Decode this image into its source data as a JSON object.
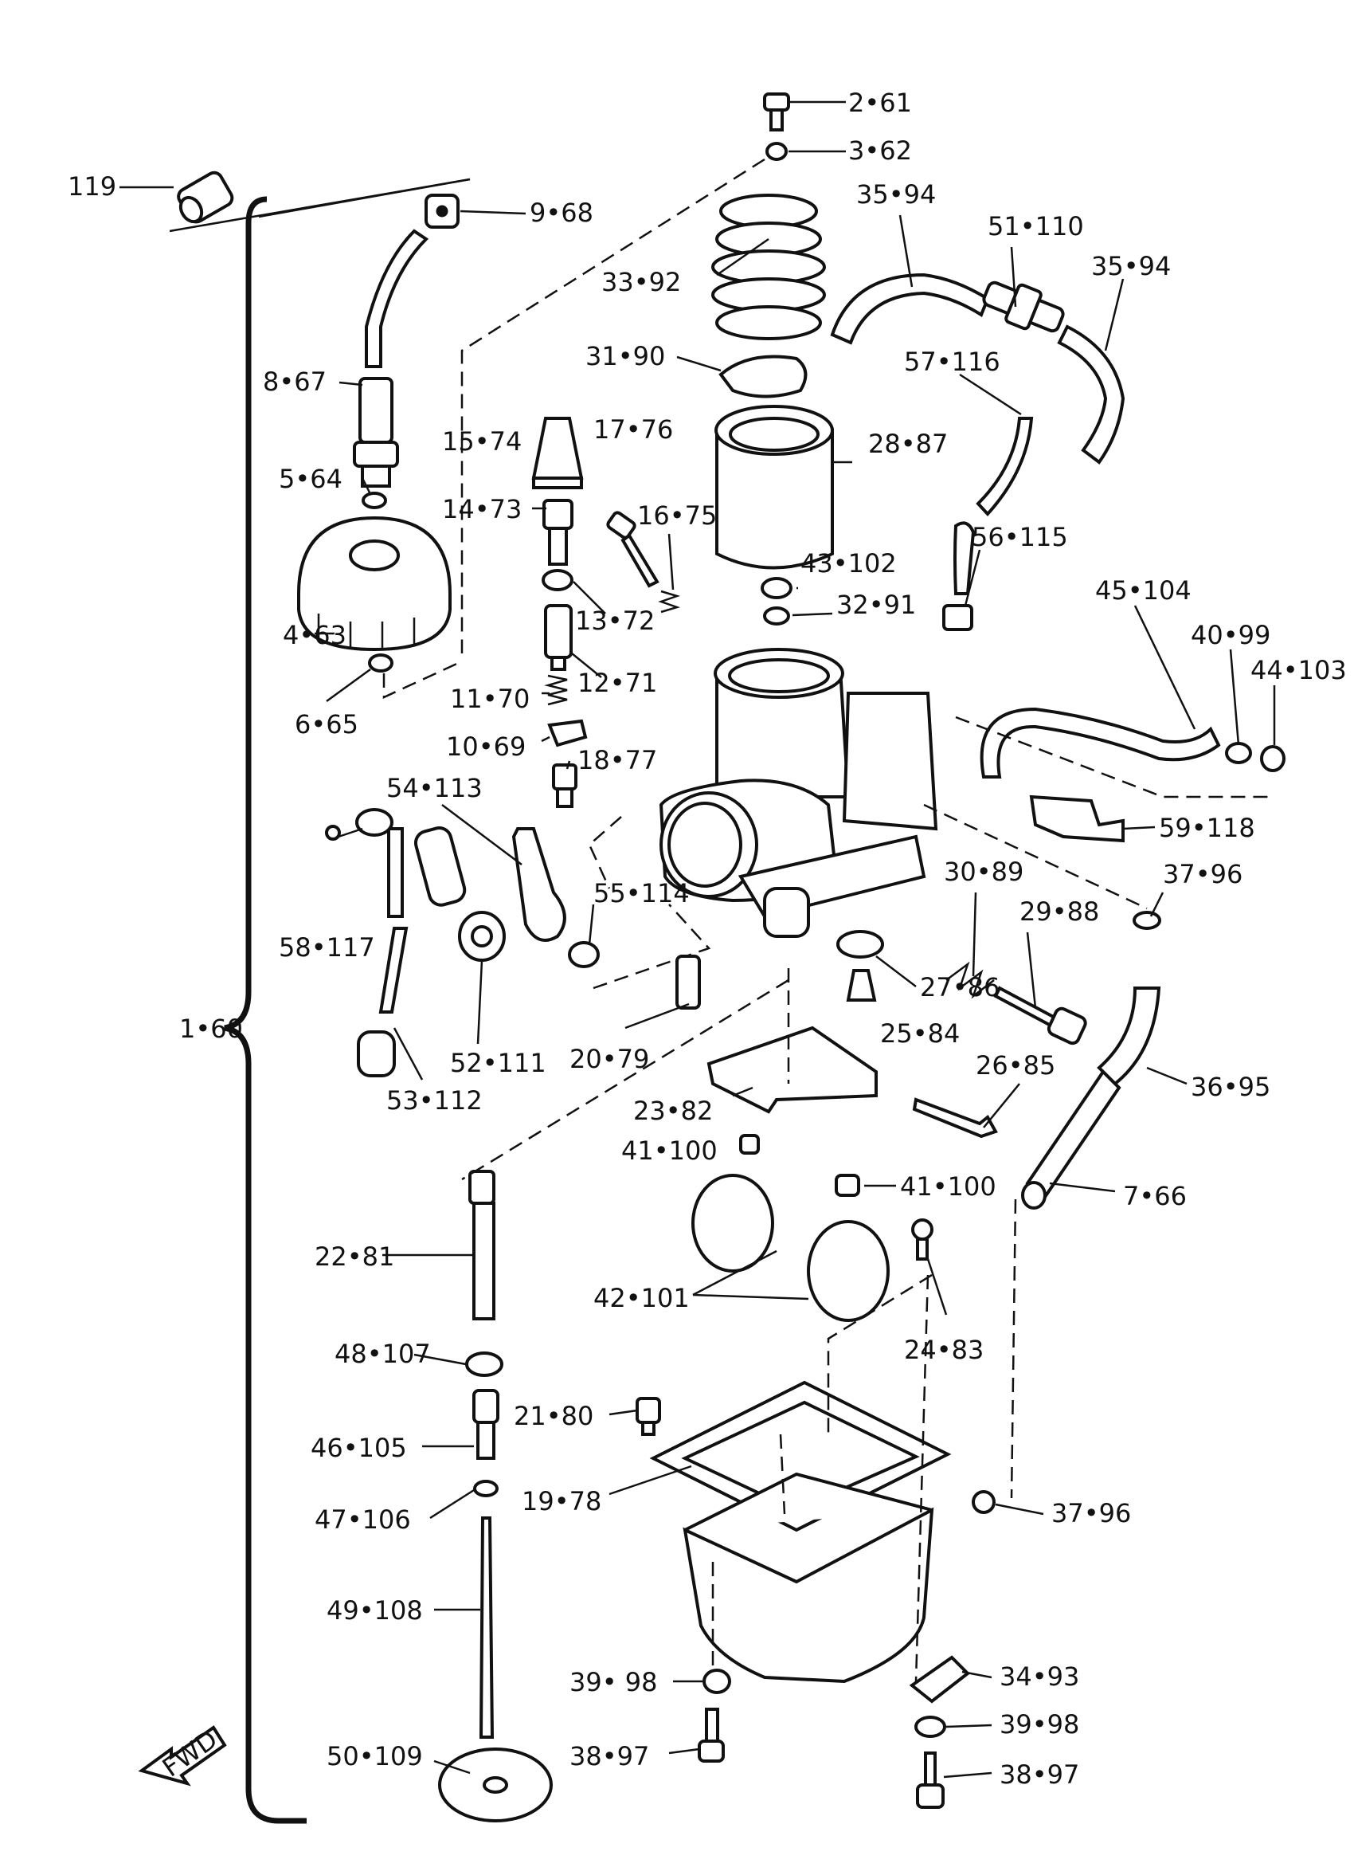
{
  "labels": [
    {
      "id": "2-61",
      "text": "2•61"
    },
    {
      "id": "3-62",
      "text": "3•62"
    },
    {
      "id": "119",
      "text": "119"
    },
    {
      "id": "9-68",
      "text": "9•68"
    },
    {
      "id": "35-94a",
      "text": "35•94"
    },
    {
      "id": "51-110",
      "text": "51•110"
    },
    {
      "id": "35-94b",
      "text": "35•94"
    },
    {
      "id": "33-92",
      "text": "33•92"
    },
    {
      "id": "31-90",
      "text": "31•90"
    },
    {
      "id": "57-116",
      "text": "57•116"
    },
    {
      "id": "8-67",
      "text": "8•67"
    },
    {
      "id": "15-74",
      "text": "15•74"
    },
    {
      "id": "17-76",
      "text": "17•76"
    },
    {
      "id": "28-87",
      "text": "28•87"
    },
    {
      "id": "5-64",
      "text": "5•64"
    },
    {
      "id": "14-73",
      "text": "14•73"
    },
    {
      "id": "16-75",
      "text": "16•75"
    },
    {
      "id": "56-115",
      "text": "56•115"
    },
    {
      "id": "43-102",
      "text": "43•102"
    },
    {
      "id": "45-104",
      "text": "45•104"
    },
    {
      "id": "32-91",
      "text": "32•91"
    },
    {
      "id": "13-72",
      "text": "13•72"
    },
    {
      "id": "40-99",
      "text": "40•99"
    },
    {
      "id": "44-103",
      "text": "44•103"
    },
    {
      "id": "4-63",
      "text": "4•63"
    },
    {
      "id": "12-71",
      "text": "12•71"
    },
    {
      "id": "6-65",
      "text": "6•65"
    },
    {
      "id": "11-70",
      "text": "11•70"
    },
    {
      "id": "10-69",
      "text": "10•69"
    },
    {
      "id": "18-77",
      "text": "18•77"
    },
    {
      "id": "54-113",
      "text": "54•113"
    },
    {
      "id": "59-118",
      "text": "59•118"
    },
    {
      "id": "30-89",
      "text": "30•89"
    },
    {
      "id": "37-96a",
      "text": "37•96"
    },
    {
      "id": "55-114",
      "text": "55•114"
    },
    {
      "id": "29-88",
      "text": "29•88"
    },
    {
      "id": "58-117",
      "text": "58•117"
    },
    {
      "id": "27-86",
      "text": "27•86"
    },
    {
      "id": "1-60",
      "text": "1•60"
    },
    {
      "id": "25-84",
      "text": "25•84"
    },
    {
      "id": "52-111",
      "text": "52•111"
    },
    {
      "id": "20-79",
      "text": "20•79"
    },
    {
      "id": "26-85",
      "text": "26•85"
    },
    {
      "id": "36-95",
      "text": "36•95"
    },
    {
      "id": "53-112",
      "text": "53•112"
    },
    {
      "id": "23-82",
      "text": "23•82"
    },
    {
      "id": "41-100a",
      "text": "41•100"
    },
    {
      "id": "41-100b",
      "text": "41•100"
    },
    {
      "id": "7-66",
      "text": "7•66"
    },
    {
      "id": "22-81",
      "text": "22•81"
    },
    {
      "id": "42-101",
      "text": "42•101"
    },
    {
      "id": "24-83",
      "text": "24•83"
    },
    {
      "id": "48-107",
      "text": "48•107"
    },
    {
      "id": "21-80",
      "text": "21•80"
    },
    {
      "id": "46-105",
      "text": "46•105"
    },
    {
      "id": "19-78",
      "text": "19•78"
    },
    {
      "id": "37-96b",
      "text": "37•96"
    },
    {
      "id": "47-106",
      "text": "47•106"
    },
    {
      "id": "49-108",
      "text": "49•108"
    },
    {
      "id": "39-98a",
      "text": "39• 98"
    },
    {
      "id": "34-93",
      "text": "34•93"
    },
    {
      "id": "39-98b",
      "text": "39•98"
    },
    {
      "id": "38-97a",
      "text": "38•97"
    },
    {
      "id": "50-109",
      "text": "50•109"
    },
    {
      "id": "38-97b",
      "text": "38•97"
    }
  ],
  "fwd_arrow": {
    "text": "FWD"
  }
}
